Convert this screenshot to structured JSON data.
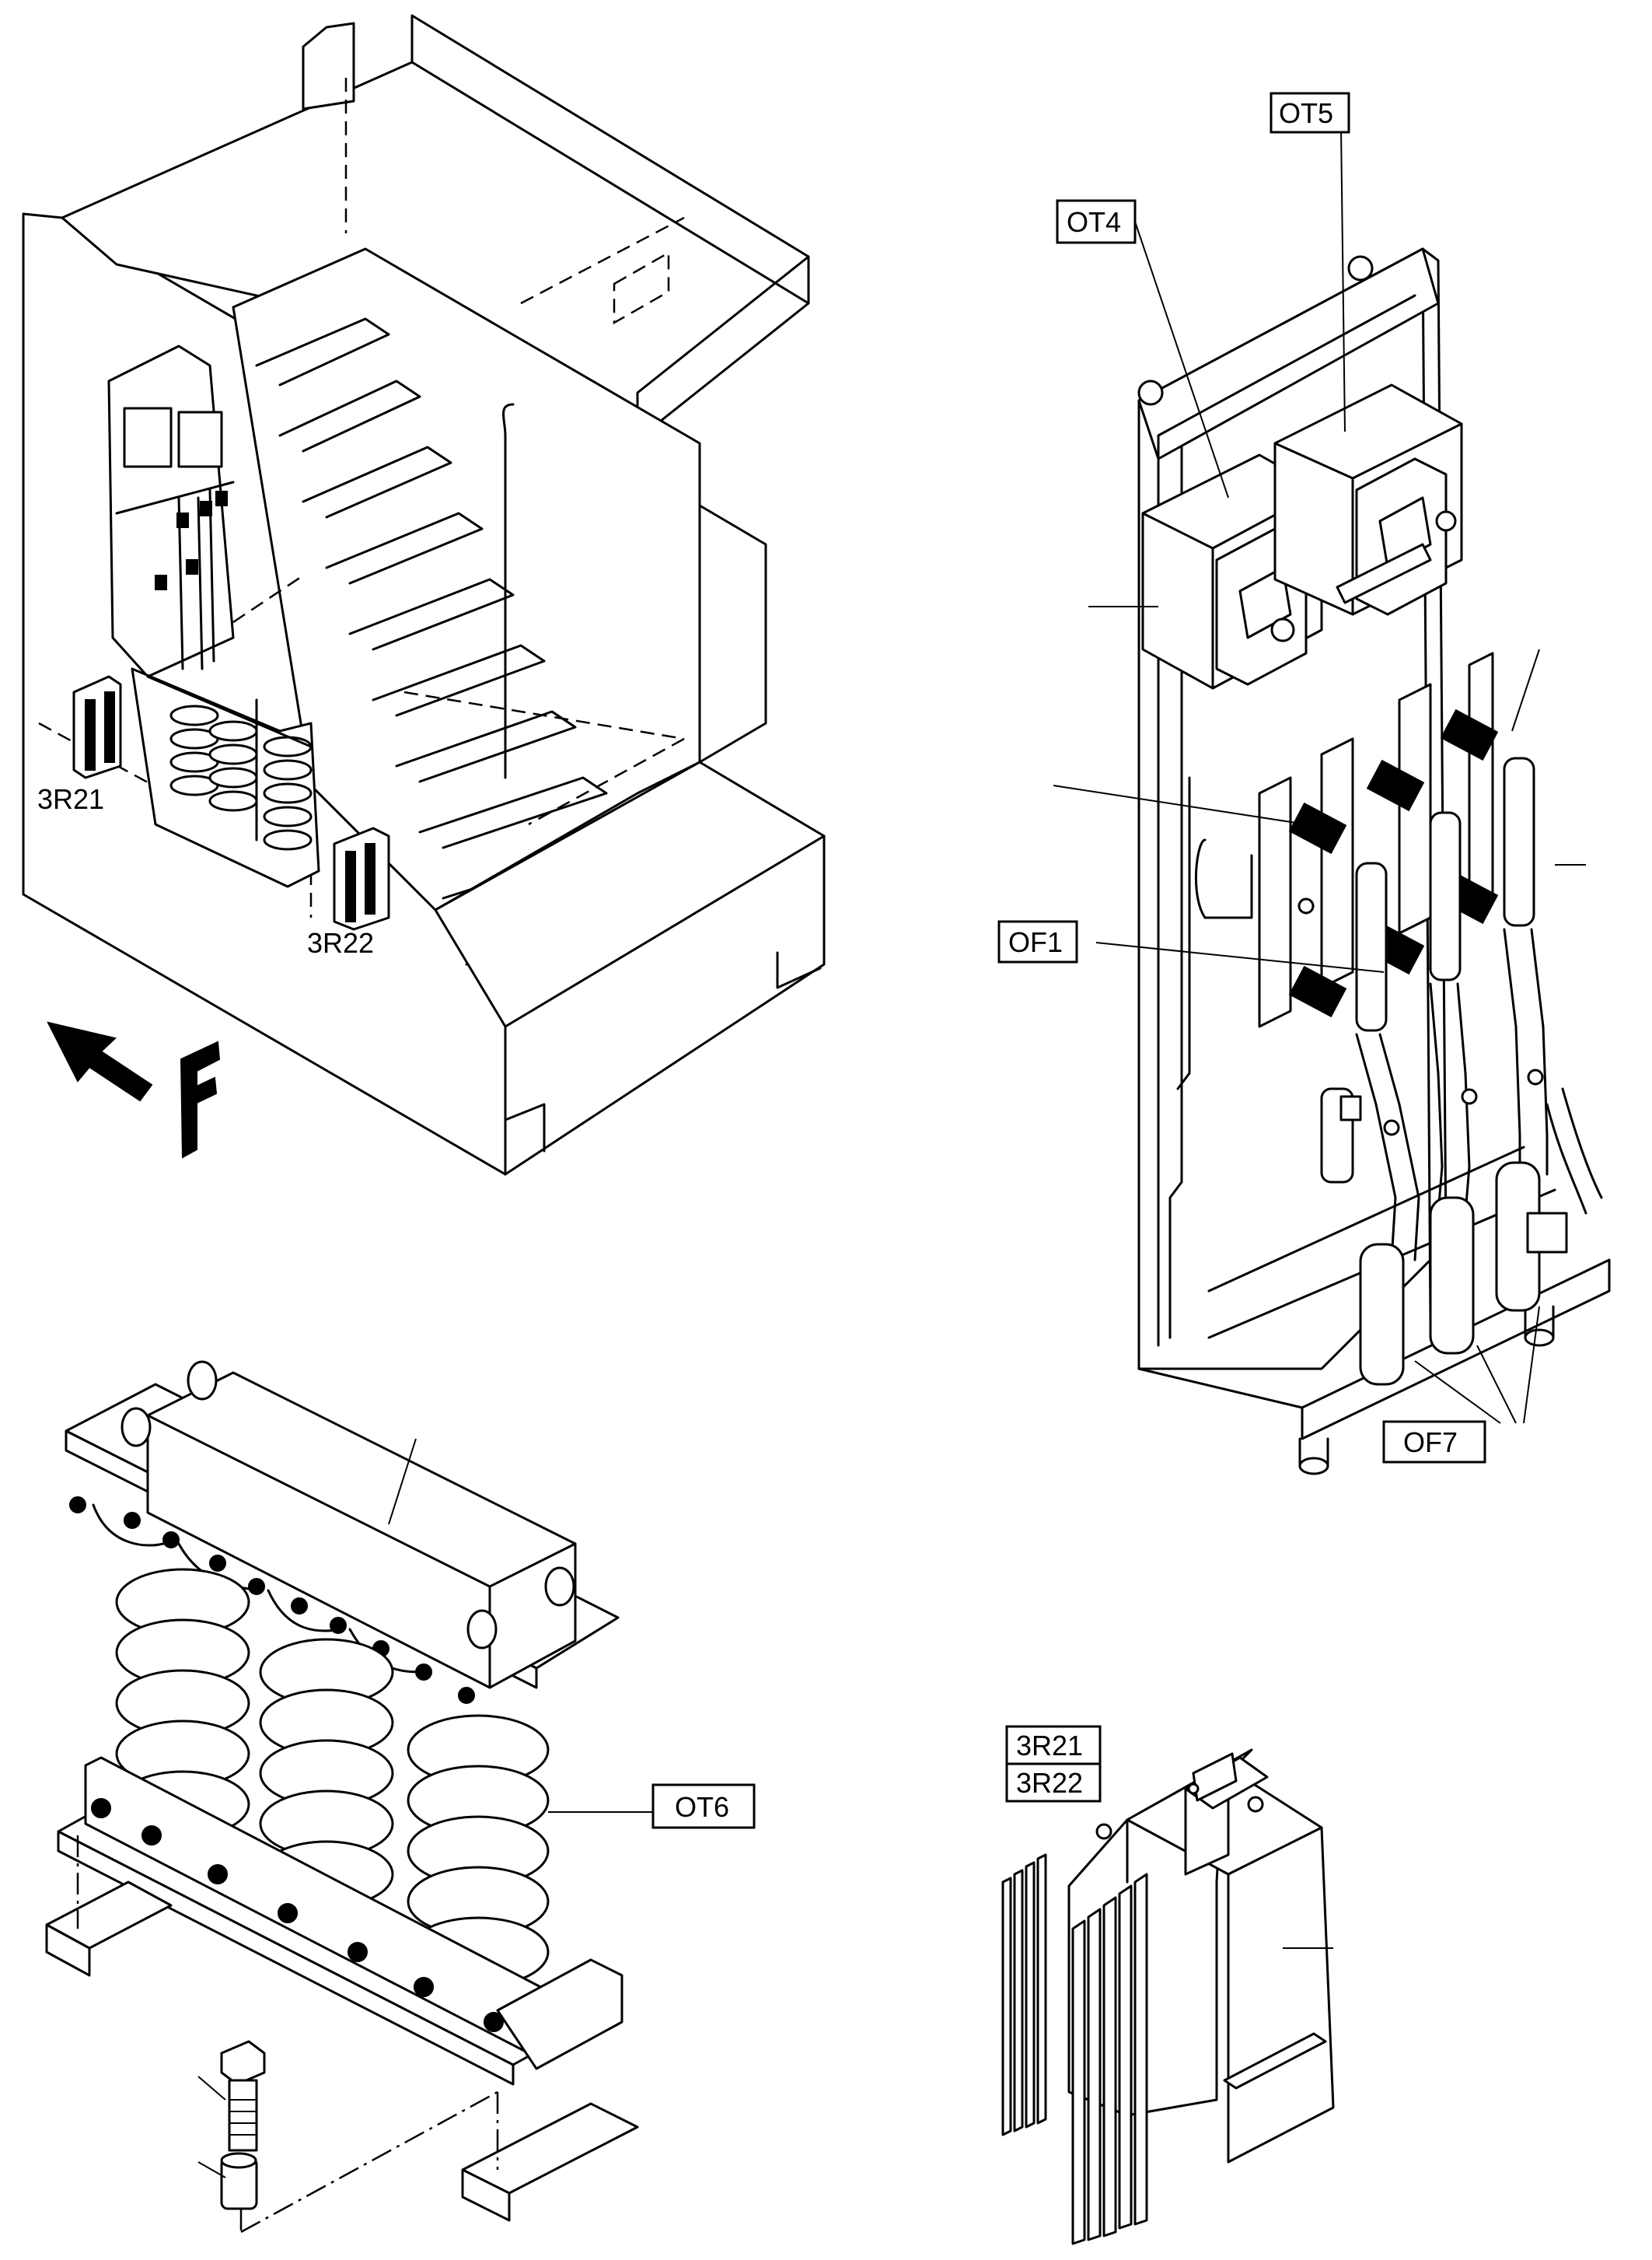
{
  "labels": {
    "ot4": "OT4",
    "ot5": "OT5",
    "of1": "OF1",
    "of7": "OF7",
    "ot6": "OT6",
    "r21_top": "3R21",
    "r22_top": "3R22",
    "r21_box": "3R21",
    "r22_box": "3R22",
    "direction": "F"
  },
  "icons": {
    "direction_arrow": "arrow-up-left-icon"
  },
  "colors": {
    "ink": "#000000",
    "paper": "#ffffff"
  }
}
